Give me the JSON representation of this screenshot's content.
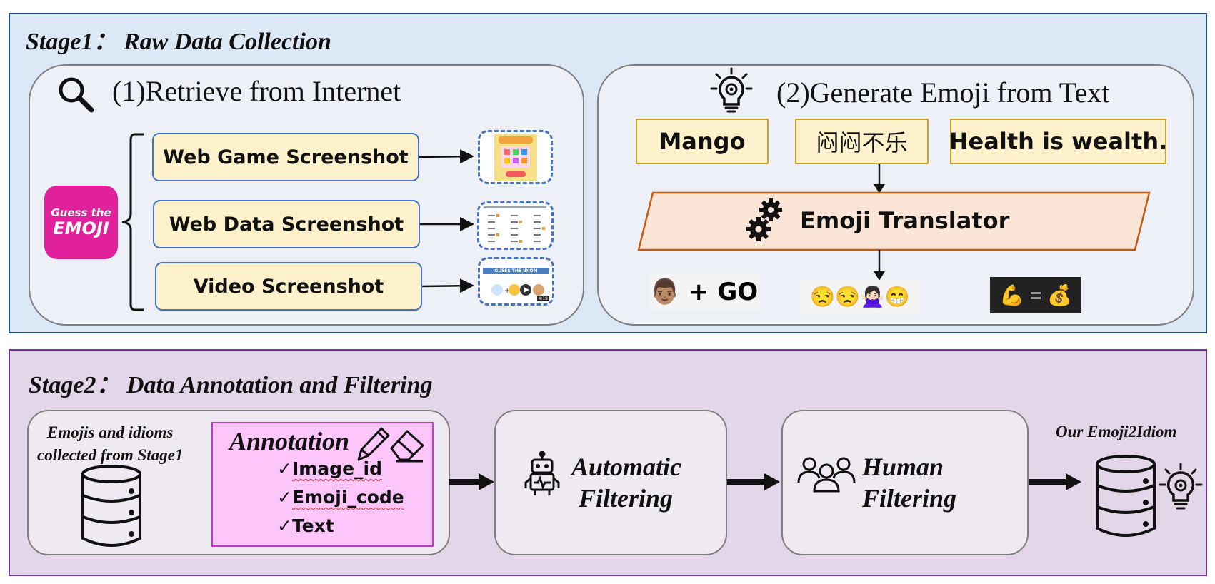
{
  "stage1": {
    "title": "Stage1： Raw Data Collection",
    "retrieve": {
      "heading": "(1)Retrieve from Internet",
      "logo_line1": "Guess the",
      "logo_line2": "EMOJI",
      "sources": [
        "Web Game Screenshot",
        "Web Data Screenshot",
        "Video Screenshot"
      ],
      "video_banner": "GUESS THE IDIOM",
      "video_time": "4:19"
    },
    "generate": {
      "heading": "(2)Generate Emoji from Text",
      "inputs": [
        "Mango",
        "闷闷不乐",
        "Health is wealth."
      ],
      "translator": "Emoji Translator",
      "outputs": [
        {
          "emojis": "👨🏽 + GO"
        },
        {
          "emojis": "😒😒🙅🏻‍♀️😁"
        },
        {
          "emojis": "💪 = 💰"
        }
      ]
    }
  },
  "stage2": {
    "title": "Stage2： Data Annotation and Filtering",
    "source_caption_line1": "Emojis and idioms",
    "source_caption_line2": "collected from Stage1",
    "annotation": {
      "title": "Annotation",
      "items": [
        "Image_id",
        "Emoji_code",
        "Text"
      ],
      "check": "✓"
    },
    "auto_filter_line1": "Automatic",
    "auto_filter_line2": "Filtering",
    "human_filter_line1": "Human",
    "human_filter_line2": "Filtering",
    "output_caption": "Our Emoji2Idiom"
  },
  "colors": {
    "stage1_bg": "#dde8f7",
    "stage1_border": "#1f4e79",
    "stage2_bg": "#e3d6e8",
    "stage2_border": "#7030a0",
    "annotation_bg": "#fcc6fb",
    "translator_bg": "#fbe5d6",
    "translator_border": "#c55a11",
    "logo_bg": "#e0219b"
  },
  "icons": [
    "search-icon",
    "lightbulb-gear-icon",
    "gears-icon",
    "database-icon",
    "pencil-icon",
    "eraser-icon",
    "robot-icon",
    "people-icon",
    "database-bulb-icon"
  ]
}
